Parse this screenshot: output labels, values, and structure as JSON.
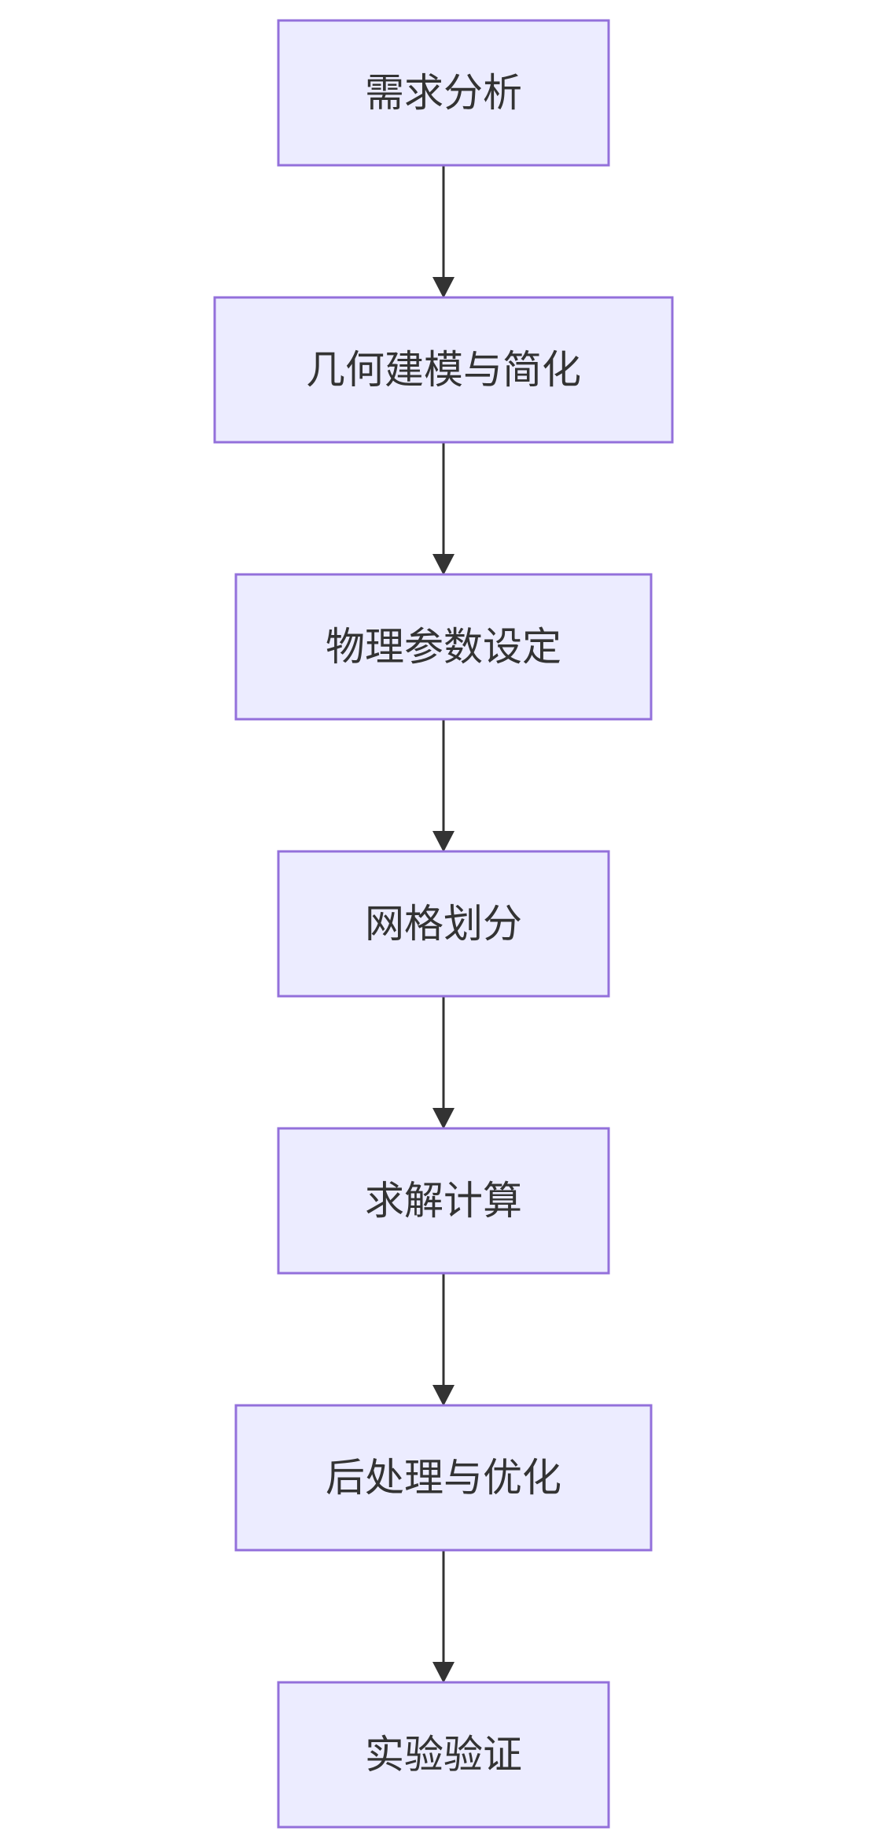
{
  "diagram": {
    "type": "flowchart",
    "direction": "top-to-bottom",
    "colors": {
      "node_fill": "#ECECFF",
      "node_border": "#9370DB",
      "edge": "#333333",
      "text": "#333333"
    },
    "nodes": [
      {
        "id": "n1",
        "label": "需求分析"
      },
      {
        "id": "n2",
        "label": "几何建模与简化"
      },
      {
        "id": "n3",
        "label": "物理参数设定"
      },
      {
        "id": "n4",
        "label": "网格划分"
      },
      {
        "id": "n5",
        "label": "求解计算"
      },
      {
        "id": "n6",
        "label": "后处理与优化"
      },
      {
        "id": "n7",
        "label": "实验验证"
      }
    ],
    "edges": [
      {
        "from": "n1",
        "to": "n2"
      },
      {
        "from": "n2",
        "to": "n3"
      },
      {
        "from": "n3",
        "to": "n4"
      },
      {
        "from": "n4",
        "to": "n5"
      },
      {
        "from": "n5",
        "to": "n6"
      },
      {
        "from": "n6",
        "to": "n7"
      }
    ]
  }
}
